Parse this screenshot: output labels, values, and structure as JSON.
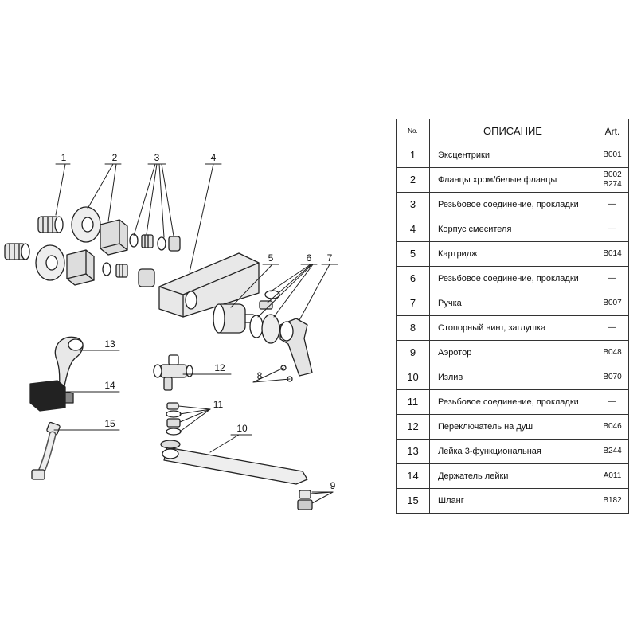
{
  "diagram": {
    "callouts": [
      "1",
      "2",
      "3",
      "4",
      "5",
      "6",
      "7",
      "8",
      "9",
      "10",
      "11",
      "12",
      "13",
      "14",
      "15"
    ]
  },
  "table": {
    "headers": {
      "no": "No.",
      "desc": "ОПИСАНИЕ",
      "art": "Art."
    },
    "rows": [
      {
        "no": "1",
        "desc": "Эксцентрики",
        "art": [
          "B001"
        ]
      },
      {
        "no": "2",
        "desc": "Фланцы хром/белые фланцы",
        "art": [
          "B002",
          "B274"
        ]
      },
      {
        "no": "3",
        "desc": "Резьбовое соединение, прокладки",
        "art": [
          "—"
        ]
      },
      {
        "no": "4",
        "desc": "Корпус смесителя",
        "art": [
          "—"
        ]
      },
      {
        "no": "5",
        "desc": "Картридж",
        "art": [
          "B014"
        ]
      },
      {
        "no": "6",
        "desc": "Резьбовое соединение, прокладки",
        "art": [
          "—"
        ]
      },
      {
        "no": "7",
        "desc": "Ручка",
        "art": [
          "B007"
        ]
      },
      {
        "no": "8",
        "desc": "Стопорный винт, заглушка",
        "art": [
          "—"
        ]
      },
      {
        "no": "9",
        "desc": "Аэротор",
        "art": [
          "B048"
        ]
      },
      {
        "no": "10",
        "desc": "Излив",
        "art": [
          "B070"
        ]
      },
      {
        "no": "11",
        "desc": "Резьбовое соединение, прокладки",
        "art": [
          "—"
        ]
      },
      {
        "no": "12",
        "desc": "Переключатель на душ",
        "art": [
          "B046"
        ]
      },
      {
        "no": "13",
        "desc": "Лейка 3-функциональная",
        "art": [
          "B244"
        ]
      },
      {
        "no": "14",
        "desc": "Держатель лейки",
        "art": [
          "A011"
        ]
      },
      {
        "no": "15",
        "desc": "Шланг",
        "art": [
          "B182"
        ]
      }
    ]
  }
}
